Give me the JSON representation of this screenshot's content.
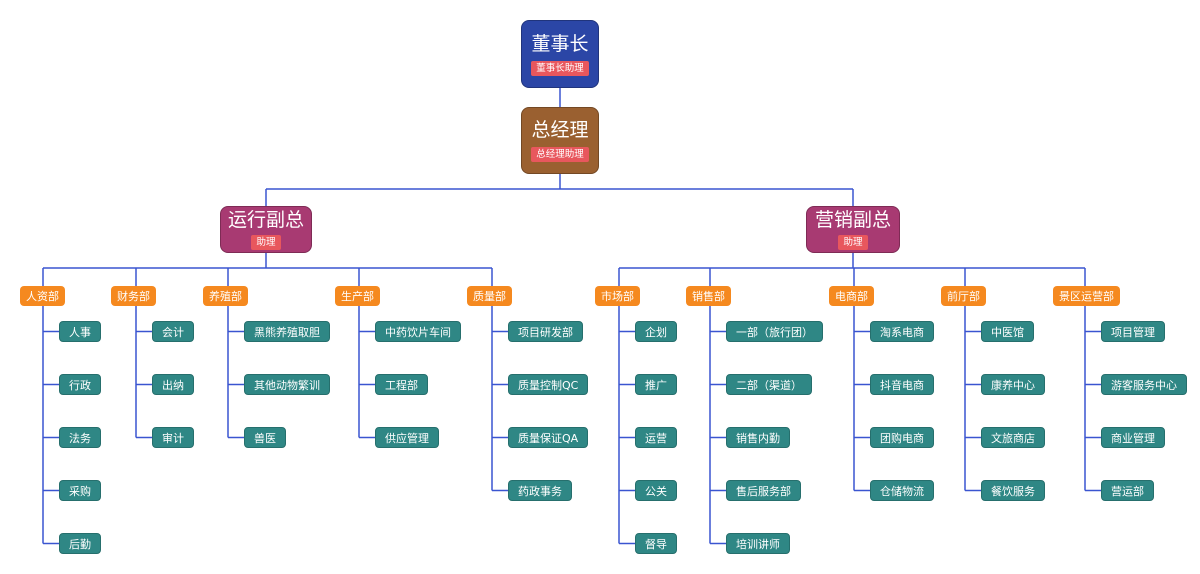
{
  "colors": {
    "chairman": "#2b46a6",
    "gm": "#9a6030",
    "vp": "#a83a72",
    "department": "#f5891f",
    "unit": "#2f8785",
    "badge": "#e8575d",
    "connector": "#3a55d0"
  },
  "chairman": {
    "title": "董事长",
    "assistant": "董事长助理"
  },
  "general_manager": {
    "title": "总经理",
    "assistant": "总经理助理"
  },
  "vice_presidents": [
    {
      "title": "运行副总",
      "assistant": "助理",
      "departments": [
        {
          "name": "人资部",
          "units": [
            "人事",
            "行政",
            "法务",
            "采购",
            "后勤"
          ]
        },
        {
          "name": "财务部",
          "units": [
            "会计",
            "出纳",
            "审计"
          ]
        },
        {
          "name": "养殖部",
          "units": [
            "黑熊养殖取胆",
            "其他动物繁训",
            "兽医"
          ]
        },
        {
          "name": "生产部",
          "units": [
            "中药饮片车间",
            "工程部",
            "供应管理"
          ]
        },
        {
          "name": "质量部",
          "units": [
            "项目研发部",
            "质量控制QC",
            "质量保证QA",
            "药政事务"
          ]
        }
      ]
    },
    {
      "title": "营销副总",
      "assistant": "助理",
      "departments": [
        {
          "name": "市场部",
          "units": [
            "企划",
            "推广",
            "运营",
            "公关",
            "督导"
          ]
        },
        {
          "name": "销售部",
          "units": [
            "一部（旅行团）",
            "二部（渠道）",
            "销售内勤",
            "售后服务部",
            "培训讲师"
          ]
        },
        {
          "name": "电商部",
          "units": [
            "淘系电商",
            "抖音电商",
            "团购电商",
            "仓储物流"
          ]
        },
        {
          "name": "前厅部",
          "units": [
            "中医馆",
            "康养中心",
            "文旅商店",
            "餐饮服务"
          ]
        },
        {
          "name": "景区运营部",
          "units": [
            "项目管理",
            "游客服务中心",
            "商业管理",
            "营运部"
          ]
        }
      ]
    }
  ]
}
